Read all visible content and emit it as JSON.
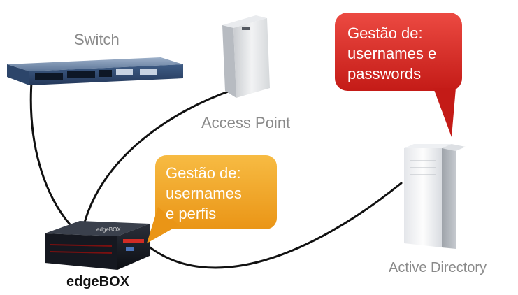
{
  "labels": {
    "switch": "Switch",
    "access_point": "Access Point",
    "active_directory": "Active Directory",
    "edgebox": "edgeBOX"
  },
  "callouts": {
    "active_directory": {
      "lines": [
        "Gestão de:",
        "usernames e",
        "passwords"
      ],
      "color": "#d9241e"
    },
    "edgebox": {
      "lines": [
        "Gestão de:",
        "usernames",
        "e perfis"
      ],
      "color": "#f0a21c"
    }
  },
  "devices": {
    "edgebox_display": "edgeBOX"
  },
  "icons": [
    "network-switch-icon",
    "wireless-access-point-icon",
    "server-tower-icon",
    "edgebox-appliance-icon"
  ],
  "colors": {
    "cable": "#111111",
    "label_gray": "#8a8a8a"
  }
}
